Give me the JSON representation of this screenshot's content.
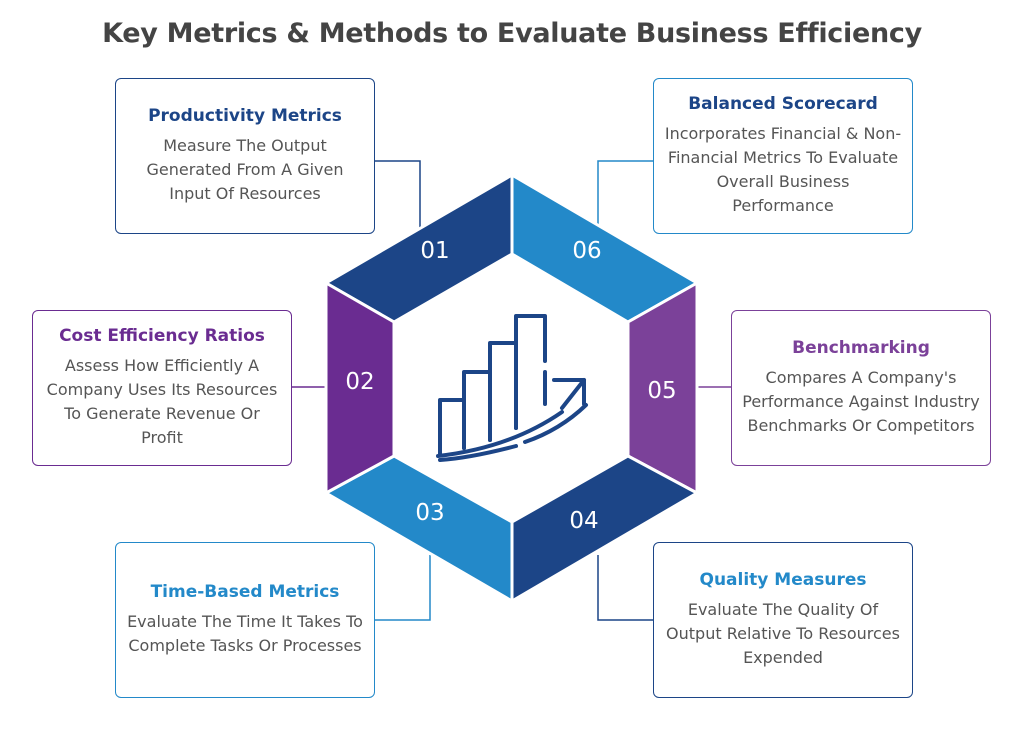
{
  "title": "Key Metrics & Methods to Evaluate Business Efficiency",
  "colors": {
    "dark_blue": "#1c4587",
    "light_blue": "#2389c9",
    "purple": "#6a2c91",
    "light_purple": "#7b4199"
  },
  "items": [
    {
      "number": "01",
      "heading": "Productivity Metrics",
      "description": "Measure The Output Generated From A Given Input Of Resources"
    },
    {
      "number": "02",
      "heading": "Cost Efficiency Ratios",
      "description": "Assess How Efficiently A Company Uses Its Resources To Generate Revenue Or Profit"
    },
    {
      "number": "03",
      "heading": "Time-Based Metrics",
      "description": "Evaluate The Time It Takes To Complete Tasks Or Processes"
    },
    {
      "number": "04",
      "heading": "Quality Measures",
      "description": "Evaluate The Quality Of Output Relative To Resources Expended"
    },
    {
      "number": "05",
      "heading": "Benchmarking",
      "description": "Compares A Company's Performance Against Industry Benchmarks Or Competitors"
    },
    {
      "number": "06",
      "heading": "Balanced Scorecard",
      "description": "Incorporates Financial & Non-Financial Metrics To Evaluate Overall Business Performance"
    }
  ],
  "center_icon": "growth-bar-chart-icon"
}
